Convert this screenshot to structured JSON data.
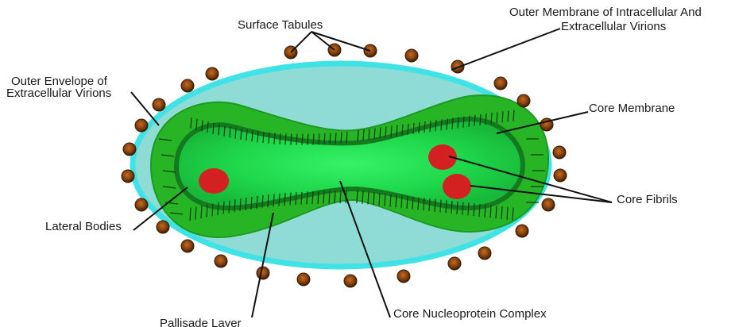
{
  "labels": {
    "surface_tubules": "Surface Tabules",
    "outer_membrane_line1": "Outer Membrane of Intracellular And",
    "outer_membrane_line2": "Extracellular Virions",
    "outer_envelope_line1": "Outer Envelope of",
    "outer_envelope_line2": "Extracellular Virions",
    "core_membrane": "Core Membrane",
    "core_fibrils": "Core Fibrils",
    "lateral_bodies": "Lateral Bodies",
    "pallisade_layer": "Pallisade Layer",
    "core_nucleoprotein": "Core Nucleoprotein Complex"
  },
  "colors": {
    "outer_ring": "#3fe3e6",
    "envelope_fill": "#8fdcd6",
    "body_green": "#27b526",
    "core_bright": "#22ee55",
    "core_membrane": "#137a1f",
    "red_body": "#d42020",
    "tubule": "#8a4410",
    "tubule_dark": "#3a1d04"
  }
}
